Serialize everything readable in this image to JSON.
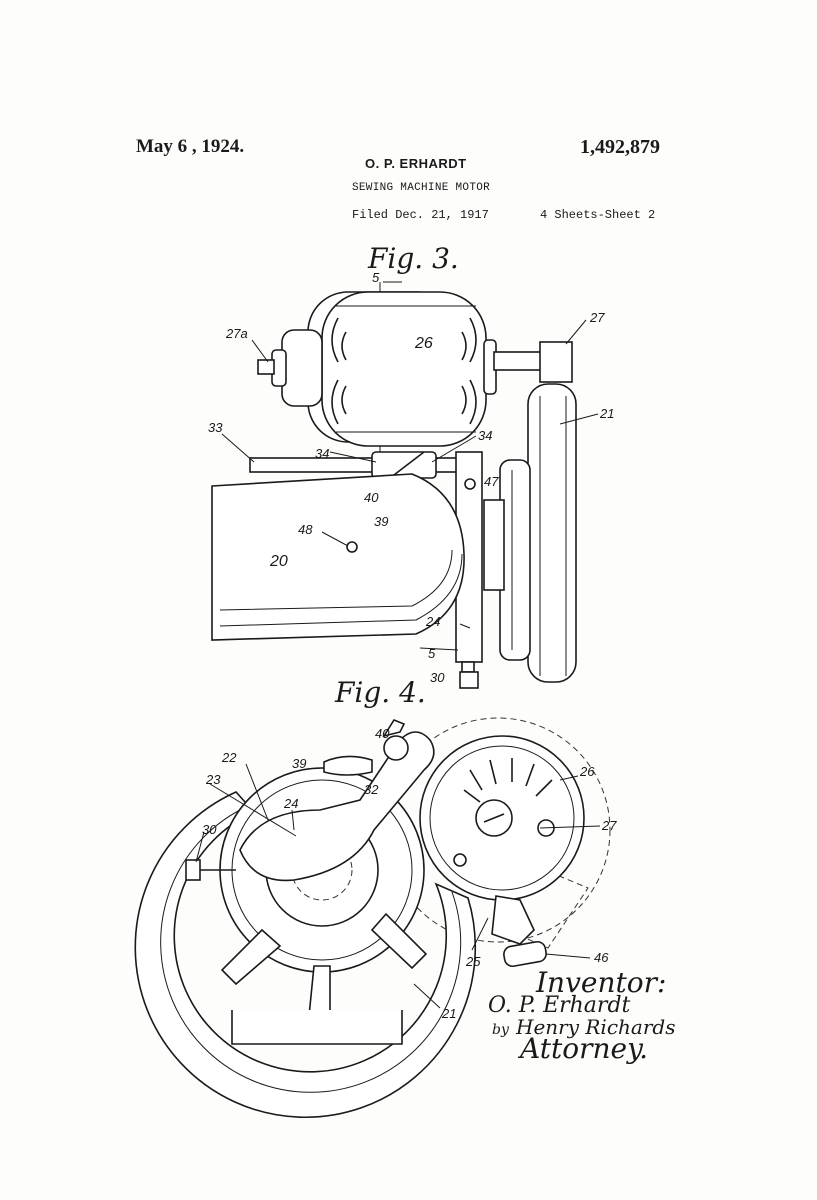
{
  "header": {
    "date": "May 6 , 1924.",
    "patent_number": "1,492,879",
    "inventor": "O. P. ERHARDT",
    "title": "SEWING MACHINE MOTOR",
    "filed": "Filed Dec. 21, 1917",
    "sheets": "4 Sheets-Sheet 2"
  },
  "figures": {
    "fig3": {
      "caption": "Fig. 3.",
      "labels": {
        "l5_top": "5",
        "l27a": "27a",
        "l26": "26",
        "l27": "27",
        "l21": "21",
        "l33": "33",
        "l34_left": "34",
        "l34_right": "34",
        "l47": "47",
        "l40": "40",
        "l39": "39",
        "l48": "48",
        "l20": "20",
        "l24": "24",
        "l5_bottom": "5",
        "l30": "30"
      }
    },
    "fig4": {
      "caption": "Fig. 4.",
      "labels": {
        "l40": "40",
        "l39": "39",
        "l22": "22",
        "l23": "23",
        "l32": "32",
        "l24": "24",
        "l26": "26",
        "l27": "27",
        "l30": "30",
        "l25": "25",
        "l46": "46",
        "l21": "21"
      }
    }
  },
  "signature": {
    "inventor_label": "Inventor:",
    "inventor_name": "O. P. Erhardt",
    "attorney_prefix": "by",
    "attorney_name": "Henry Richards",
    "attorney_label": "Attorney."
  }
}
